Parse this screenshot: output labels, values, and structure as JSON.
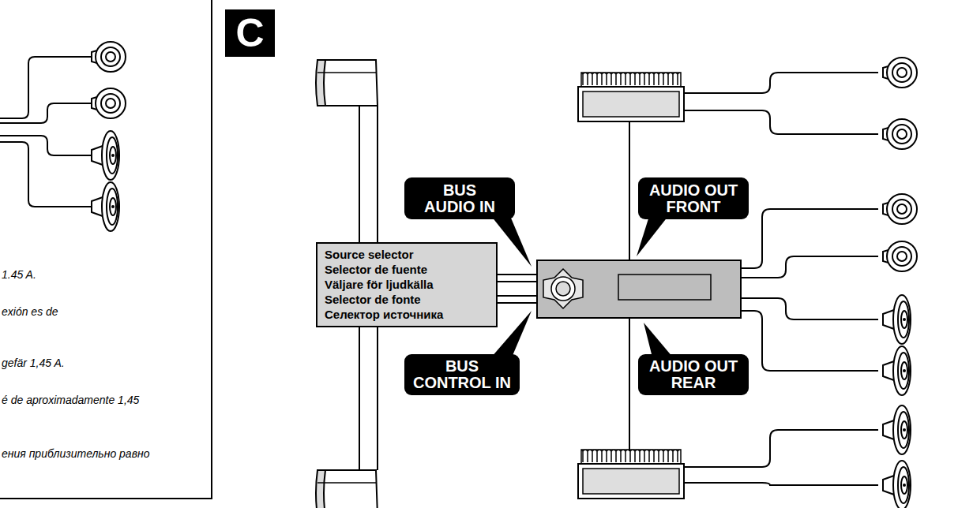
{
  "diagram": {
    "nodes": [
      {
        "text": [
          "BUS AUDIO IN"
        ]
      },
      {
        "text": [
          "AUDIO OUT FRONT"
        ]
      },
      {
        "text": [
          "Source selector",
          "Selector de fuente",
          "Väljare för ljudkälla",
          "Selector de fonte",
          "Селектор источника"
        ]
      },
      {
        "text": [
          "BUS CONTROL IN"
        ]
      },
      {
        "text": [
          "AUDIO OUT REAR"
        ]
      }
    ],
    "labels": [
      "C",
      "1.45 A.",
      "exión es de",
      "gefär 1,45 A.",
      "é de aproximadamente 1,45",
      "ения приблизительно равно"
    ]
  }
}
